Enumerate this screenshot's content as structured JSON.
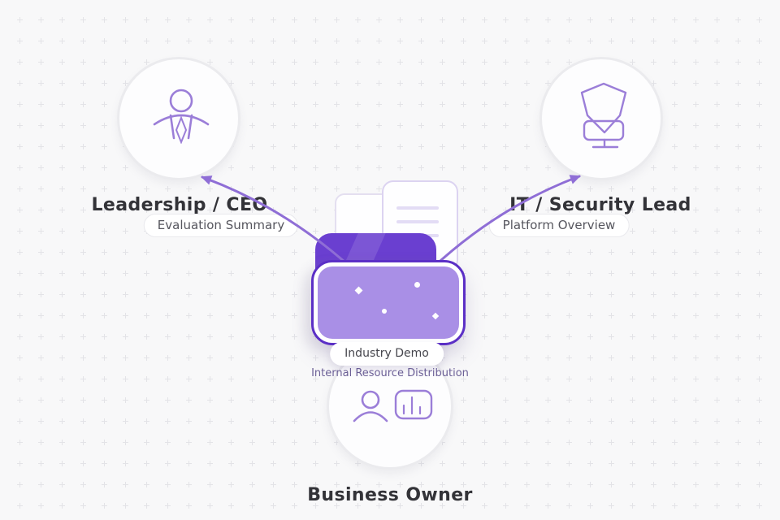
{
  "diagram": {
    "nodes": [
      {
        "id": "leadership",
        "title": "Leadership / CEO",
        "badge": "Evaluation Summary",
        "icon": "executive-person-icon"
      },
      {
        "id": "it-security",
        "title": "IT / Security Lead",
        "badge": "Platform Overview",
        "icon": "shield-monitor-icon"
      },
      {
        "id": "business-owner",
        "title": "Business Owner",
        "badge": "",
        "icon": "person-bar-chart-icon"
      }
    ],
    "center": {
      "label": "Industry Demo",
      "sublabel": "Internal Resource Distribution",
      "icon": "shared-folder-documents-icon"
    },
    "edges": [
      {
        "from": "center-folder",
        "to": "leadership"
      },
      {
        "from": "center-folder",
        "to": "it-security"
      }
    ],
    "colors": {
      "bg": "#f8f8f9",
      "grid": "#e3e3e7",
      "accent-dark": "#5b2fc6",
      "flap-dark": "#6a3fd0",
      "flap-light": "#7c56d5",
      "panel-fill": "#a98fe6",
      "arrow": "#8f6ed6",
      "icon": "#9b7ed8",
      "circle-border": "#ebebee",
      "title": "#333338",
      "pill-text": "#56565e",
      "subtitle": "#6b5f96",
      "doc-border": "#dcd3f1",
      "doc-line": "#e3dcf5"
    }
  }
}
